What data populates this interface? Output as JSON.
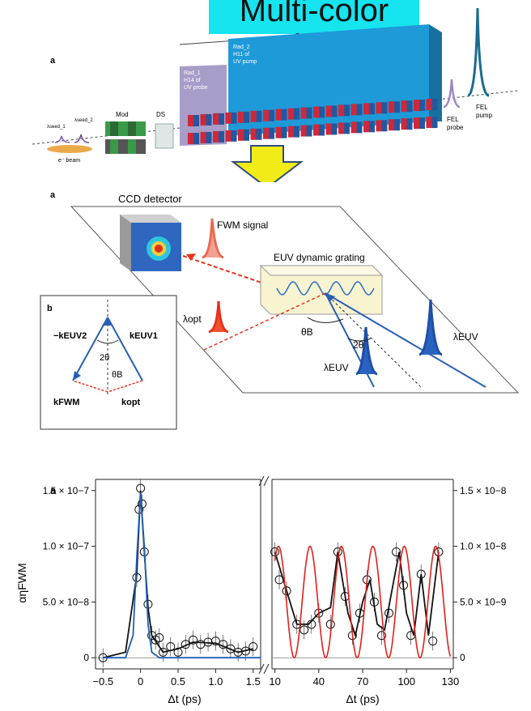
{
  "banner": {
    "title": "Multi-color"
  },
  "undulator": {
    "panel_letter": "a",
    "rad_label": "Rad",
    "rad1_text": [
      "Rad_1",
      "H14 of",
      "UV probe"
    ],
    "rad2_text": [
      "Rad_2",
      "H11 of",
      "UV pump"
    ],
    "mod_label": "Mod",
    "ds_label": "DS",
    "seed1_label": "λseed_1",
    "seed2_label": "λseed_2",
    "ebeam_label": "e⁻ beam",
    "fel_probe_label": [
      "FEL",
      "probe"
    ],
    "fel_pump_label": [
      "FEL",
      "pump"
    ]
  },
  "setup": {
    "panel_letter": "a",
    "ccd_label": "CCD detector",
    "fwm_label": "FWM signal",
    "grating_label": "EUV dynamic grating",
    "lambda_opt": "λopt",
    "theta_b": "θB",
    "two_theta": "2θ",
    "lambda_euv_1": "λEUV",
    "lambda_euv_2": "λEUV",
    "inset": {
      "panel_letter": "b",
      "k_euv2": "−kEUV2",
      "k_euv1": "kEUV1",
      "two_theta": "2θ",
      "theta_b": "θB",
      "k_fwm": "kFWM",
      "k_opt": "kopt"
    }
  },
  "chart_data": [
    {
      "type": "scatter",
      "panel_letter": "a",
      "ylabel": "αηFWM",
      "xlabel": "Δt (ps)",
      "xlim": [
        -0.6,
        1.6
      ],
      "ylim": [
        -1e-08,
        1.6e-07
      ],
      "xticks": [
        "−0.5",
        "0",
        "0.5",
        "1.0",
        "1.5"
      ],
      "xtick_values": [
        -0.5,
        0,
        0.5,
        1.0,
        1.5
      ],
      "yticks": [
        "0",
        "5.0 × 10−8",
        "1.0 × 10−7",
        "1.5 × 10−7"
      ],
      "ytick_values": [
        0,
        5e-08,
        1e-07,
        1.5e-07
      ],
      "series": [
        {
          "style": "points",
          "color": "#111111",
          "x": [
            -0.5,
            -0.05,
            -0.02,
            0.0,
            0.02,
            0.05,
            0.1,
            0.15,
            0.2,
            0.25,
            0.3,
            0.4,
            0.5,
            0.6,
            0.7,
            0.8,
            0.9,
            1.0,
            1.1,
            1.2,
            1.3,
            1.4,
            1.5
          ],
          "y": [
            0.0,
            7.2e-08,
            1.33e-07,
            1.52e-07,
            1.38e-07,
            9.5e-08,
            4.8e-08,
            2e-08,
            1.6e-08,
            1.8e-08,
            5e-09,
            1e-08,
            5e-09,
            1.2e-08,
            1.6e-08,
            1.2e-08,
            1.4e-08,
            1.5e-08,
            1.2e-08,
            8e-09,
            5e-09,
            6e-09,
            1e-08
          ]
        },
        {
          "style": "line",
          "color": "#111111",
          "x": [
            -0.5,
            -0.2,
            -0.05,
            0.0,
            0.05,
            0.1,
            0.15,
            0.2,
            0.3,
            0.5,
            0.7,
            1.0,
            1.3,
            1.5
          ],
          "y": [
            0.0,
            5e-09,
            7.5e-08,
            1.5e-07,
            9.5e-08,
            4.5e-08,
            2e-08,
            1.5e-08,
            5e-09,
            8e-09,
            1.4e-08,
            1.3e-08,
            5e-09,
            8e-09
          ]
        },
        {
          "style": "line",
          "color": "#1f5fb4",
          "x": [
            -0.5,
            -0.2,
            -0.1,
            -0.05,
            0.0,
            0.05,
            0.1,
            0.15,
            0.25,
            0.5,
            1.6
          ],
          "y": [
            0.0,
            0.0,
            2e-08,
            9e-08,
            1.48e-07,
            1e-07,
            3e-08,
            5e-09,
            0.0,
            0.0,
            0.0
          ]
        }
      ]
    },
    {
      "type": "scatter",
      "xlabel": "Δt (ps)",
      "xlim": [
        8,
        132
      ],
      "ylim": [
        -1e-09,
        1.6e-08
      ],
      "xticks": [
        "10",
        "40",
        "70",
        "100",
        "130"
      ],
      "xtick_values": [
        10,
        40,
        70,
        100,
        130
      ],
      "yticks": [
        "0",
        "5.0 × 10−9",
        "1.0 × 10−8",
        "1.5 × 10−8"
      ],
      "ytick_values": [
        0,
        5e-09,
        1e-08,
        1.5e-08
      ],
      "series": [
        {
          "style": "points",
          "color": "#111111",
          "x": [
            10,
            13,
            18,
            25,
            30,
            35,
            40,
            48,
            53,
            58,
            63,
            68,
            73,
            78,
            83,
            88,
            93,
            98,
            103,
            110,
            118,
            122
          ],
          "y": [
            9.5e-09,
            7e-09,
            6e-09,
            3e-09,
            2.5e-09,
            3e-09,
            4e-09,
            3e-09,
            9.5e-09,
            5.5e-09,
            2e-09,
            4e-09,
            7e-09,
            5e-09,
            2e-09,
            4e-09,
            9.5e-09,
            6.5e-09,
            2e-09,
            7.5e-09,
            1.5e-09,
            9.5e-09
          ]
        },
        {
          "style": "line",
          "color": "#111111",
          "x": [
            10,
            18,
            25,
            33,
            40,
            48,
            53,
            60,
            65,
            70,
            75,
            80,
            85,
            90,
            95,
            100,
            105,
            110,
            115,
            122
          ],
          "y": [
            9.5e-09,
            6e-09,
            3e-09,
            3e-09,
            4e-09,
            4.5e-09,
            9.5e-09,
            4e-09,
            2e-09,
            5e-09,
            7e-09,
            3e-09,
            2.5e-09,
            6e-09,
            9.5e-09,
            4e-09,
            2e-09,
            7.5e-09,
            2e-09,
            9.5e-09
          ]
        },
        {
          "style": "sine",
          "color": "#e0201b",
          "x_start": 10,
          "x_end": 130,
          "period": 21.5,
          "phase_x": 12.5,
          "amplitude": 5e-09,
          "offset": 5e-09
        }
      ]
    }
  ]
}
